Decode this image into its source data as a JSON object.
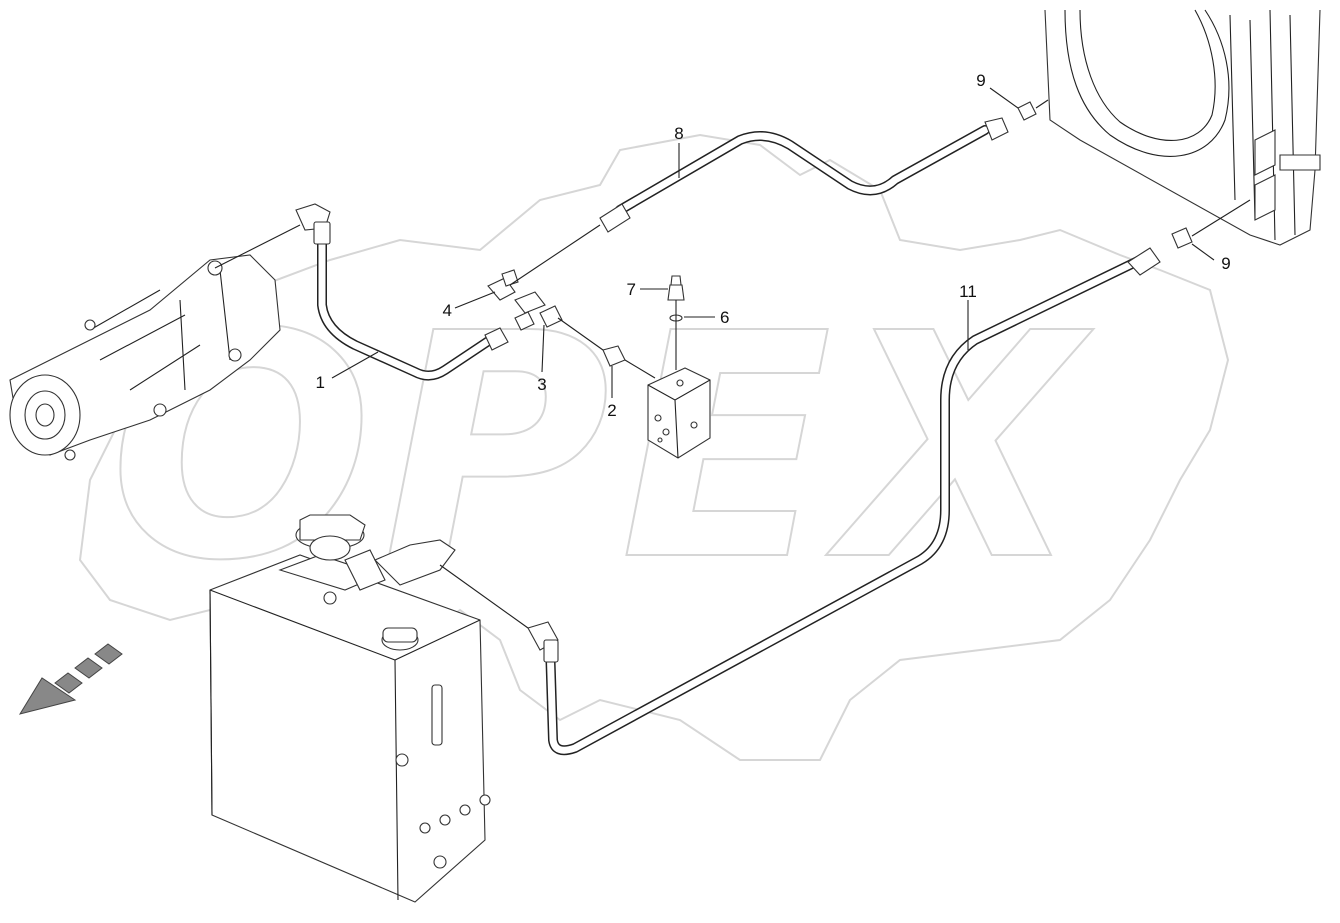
{
  "watermark": {
    "text": "OPEX"
  },
  "callouts": [
    {
      "id": "1",
      "label": "1"
    },
    {
      "id": "2",
      "label": "2"
    },
    {
      "id": "3",
      "label": "3"
    },
    {
      "id": "4",
      "label": "4"
    },
    {
      "id": "6",
      "label": "6"
    },
    {
      "id": "7",
      "label": "7"
    },
    {
      "id": "8",
      "label": "8"
    },
    {
      "id": "9a",
      "label": "9"
    },
    {
      "id": "9b",
      "label": "9"
    },
    {
      "id": "11",
      "label": "11"
    }
  ],
  "colors": {
    "line": "#222222",
    "watermark": "#d6d6d6",
    "arrow": "#555555"
  }
}
